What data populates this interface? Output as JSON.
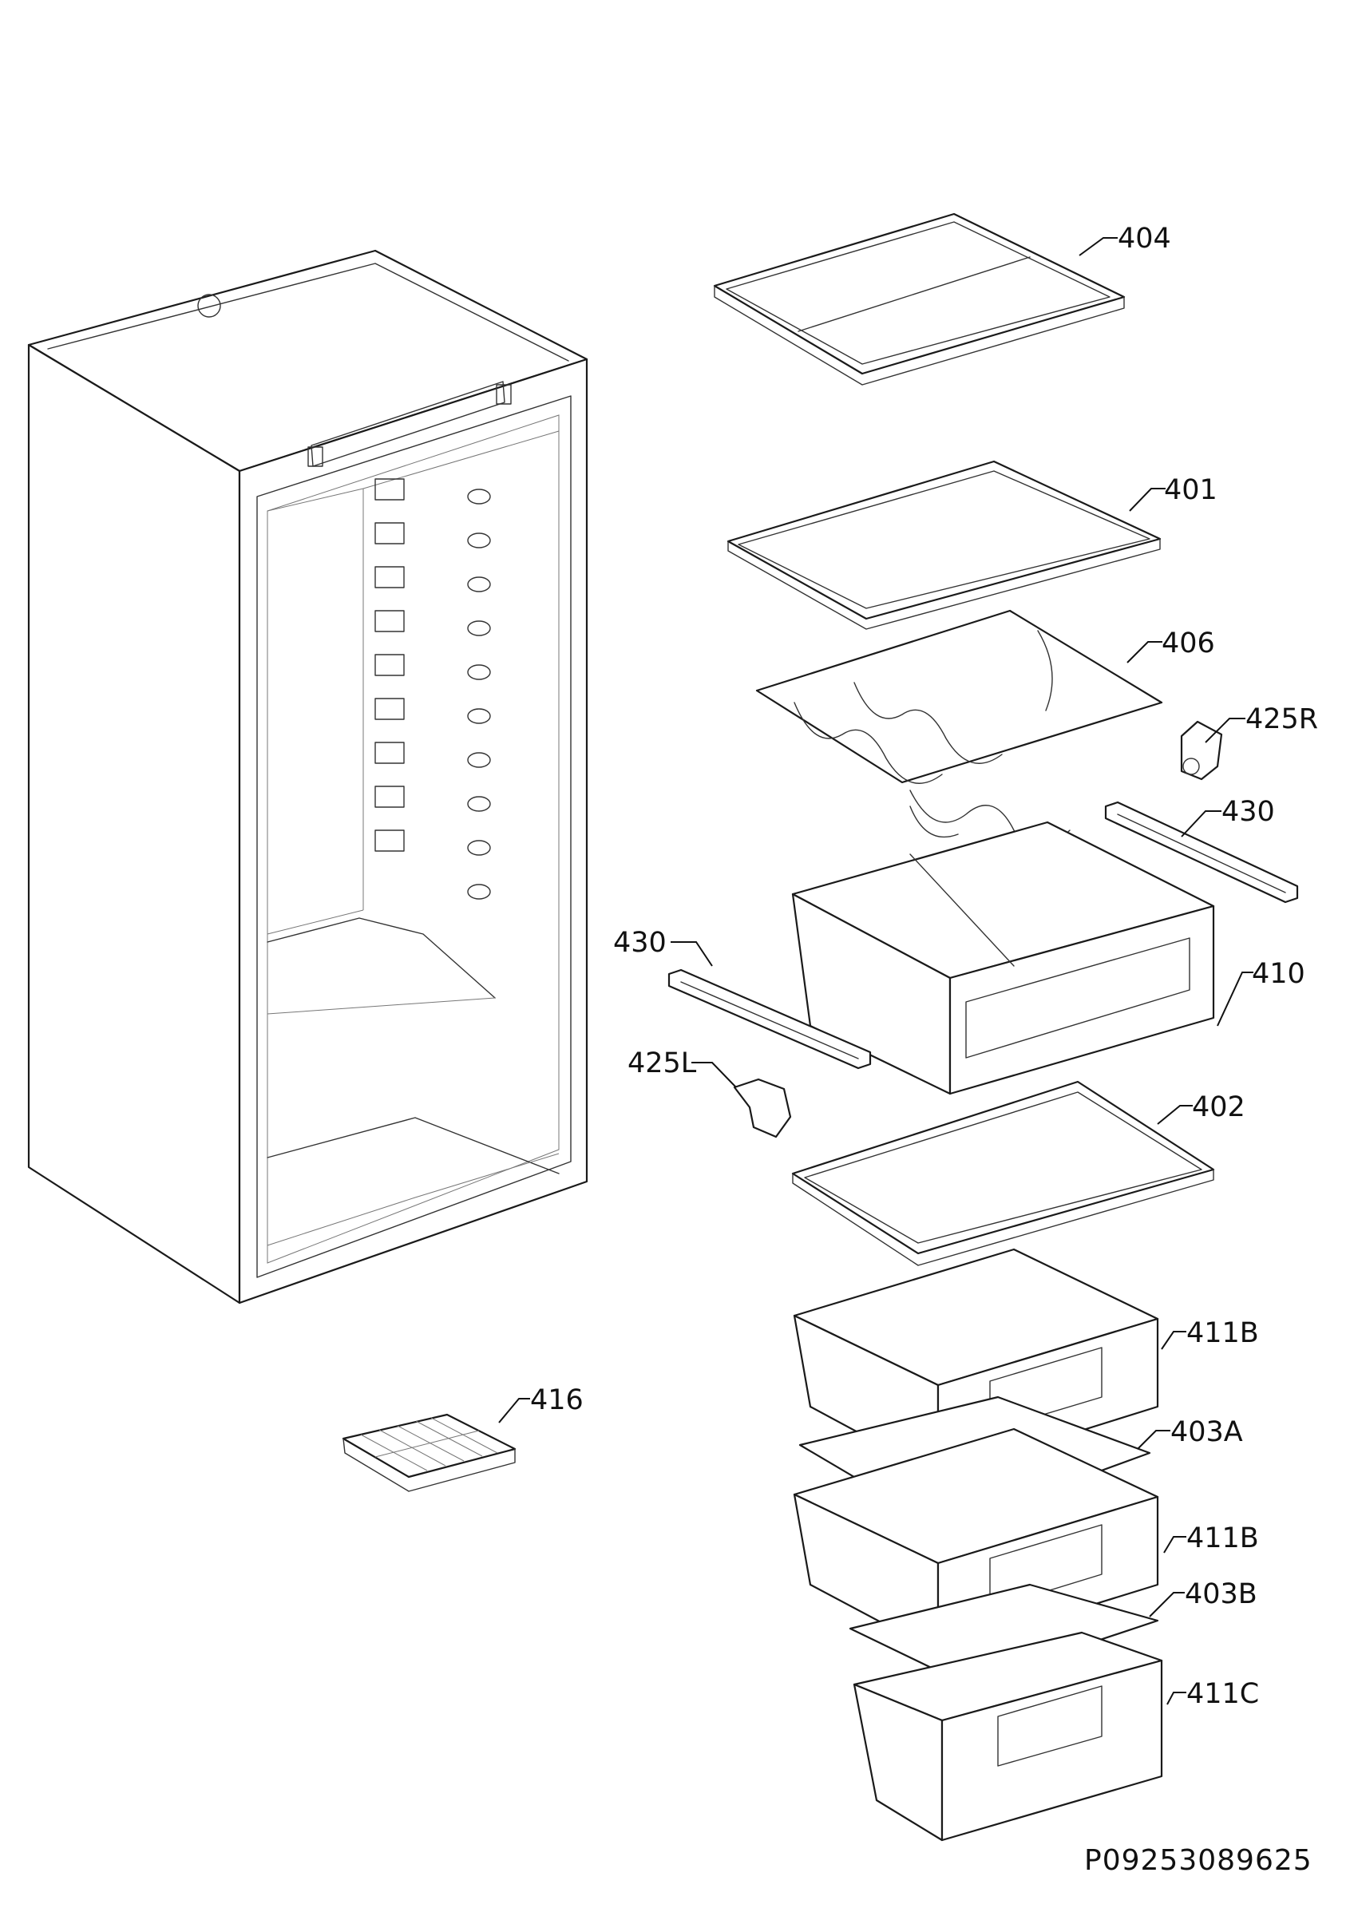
{
  "diagram": {
    "labels": {
      "p404": "404",
      "p401": "401",
      "p406": "406",
      "p425R": "425R",
      "p430_right": "430",
      "p430_left": "430",
      "p410": "410",
      "p425L": "425L",
      "p402": "402",
      "p411B_top": "411B",
      "p403A": "403A",
      "p411B_mid": "411B",
      "p403B": "403B",
      "p411C": "411C",
      "p416": "416"
    },
    "document_code": "P09253089625"
  }
}
